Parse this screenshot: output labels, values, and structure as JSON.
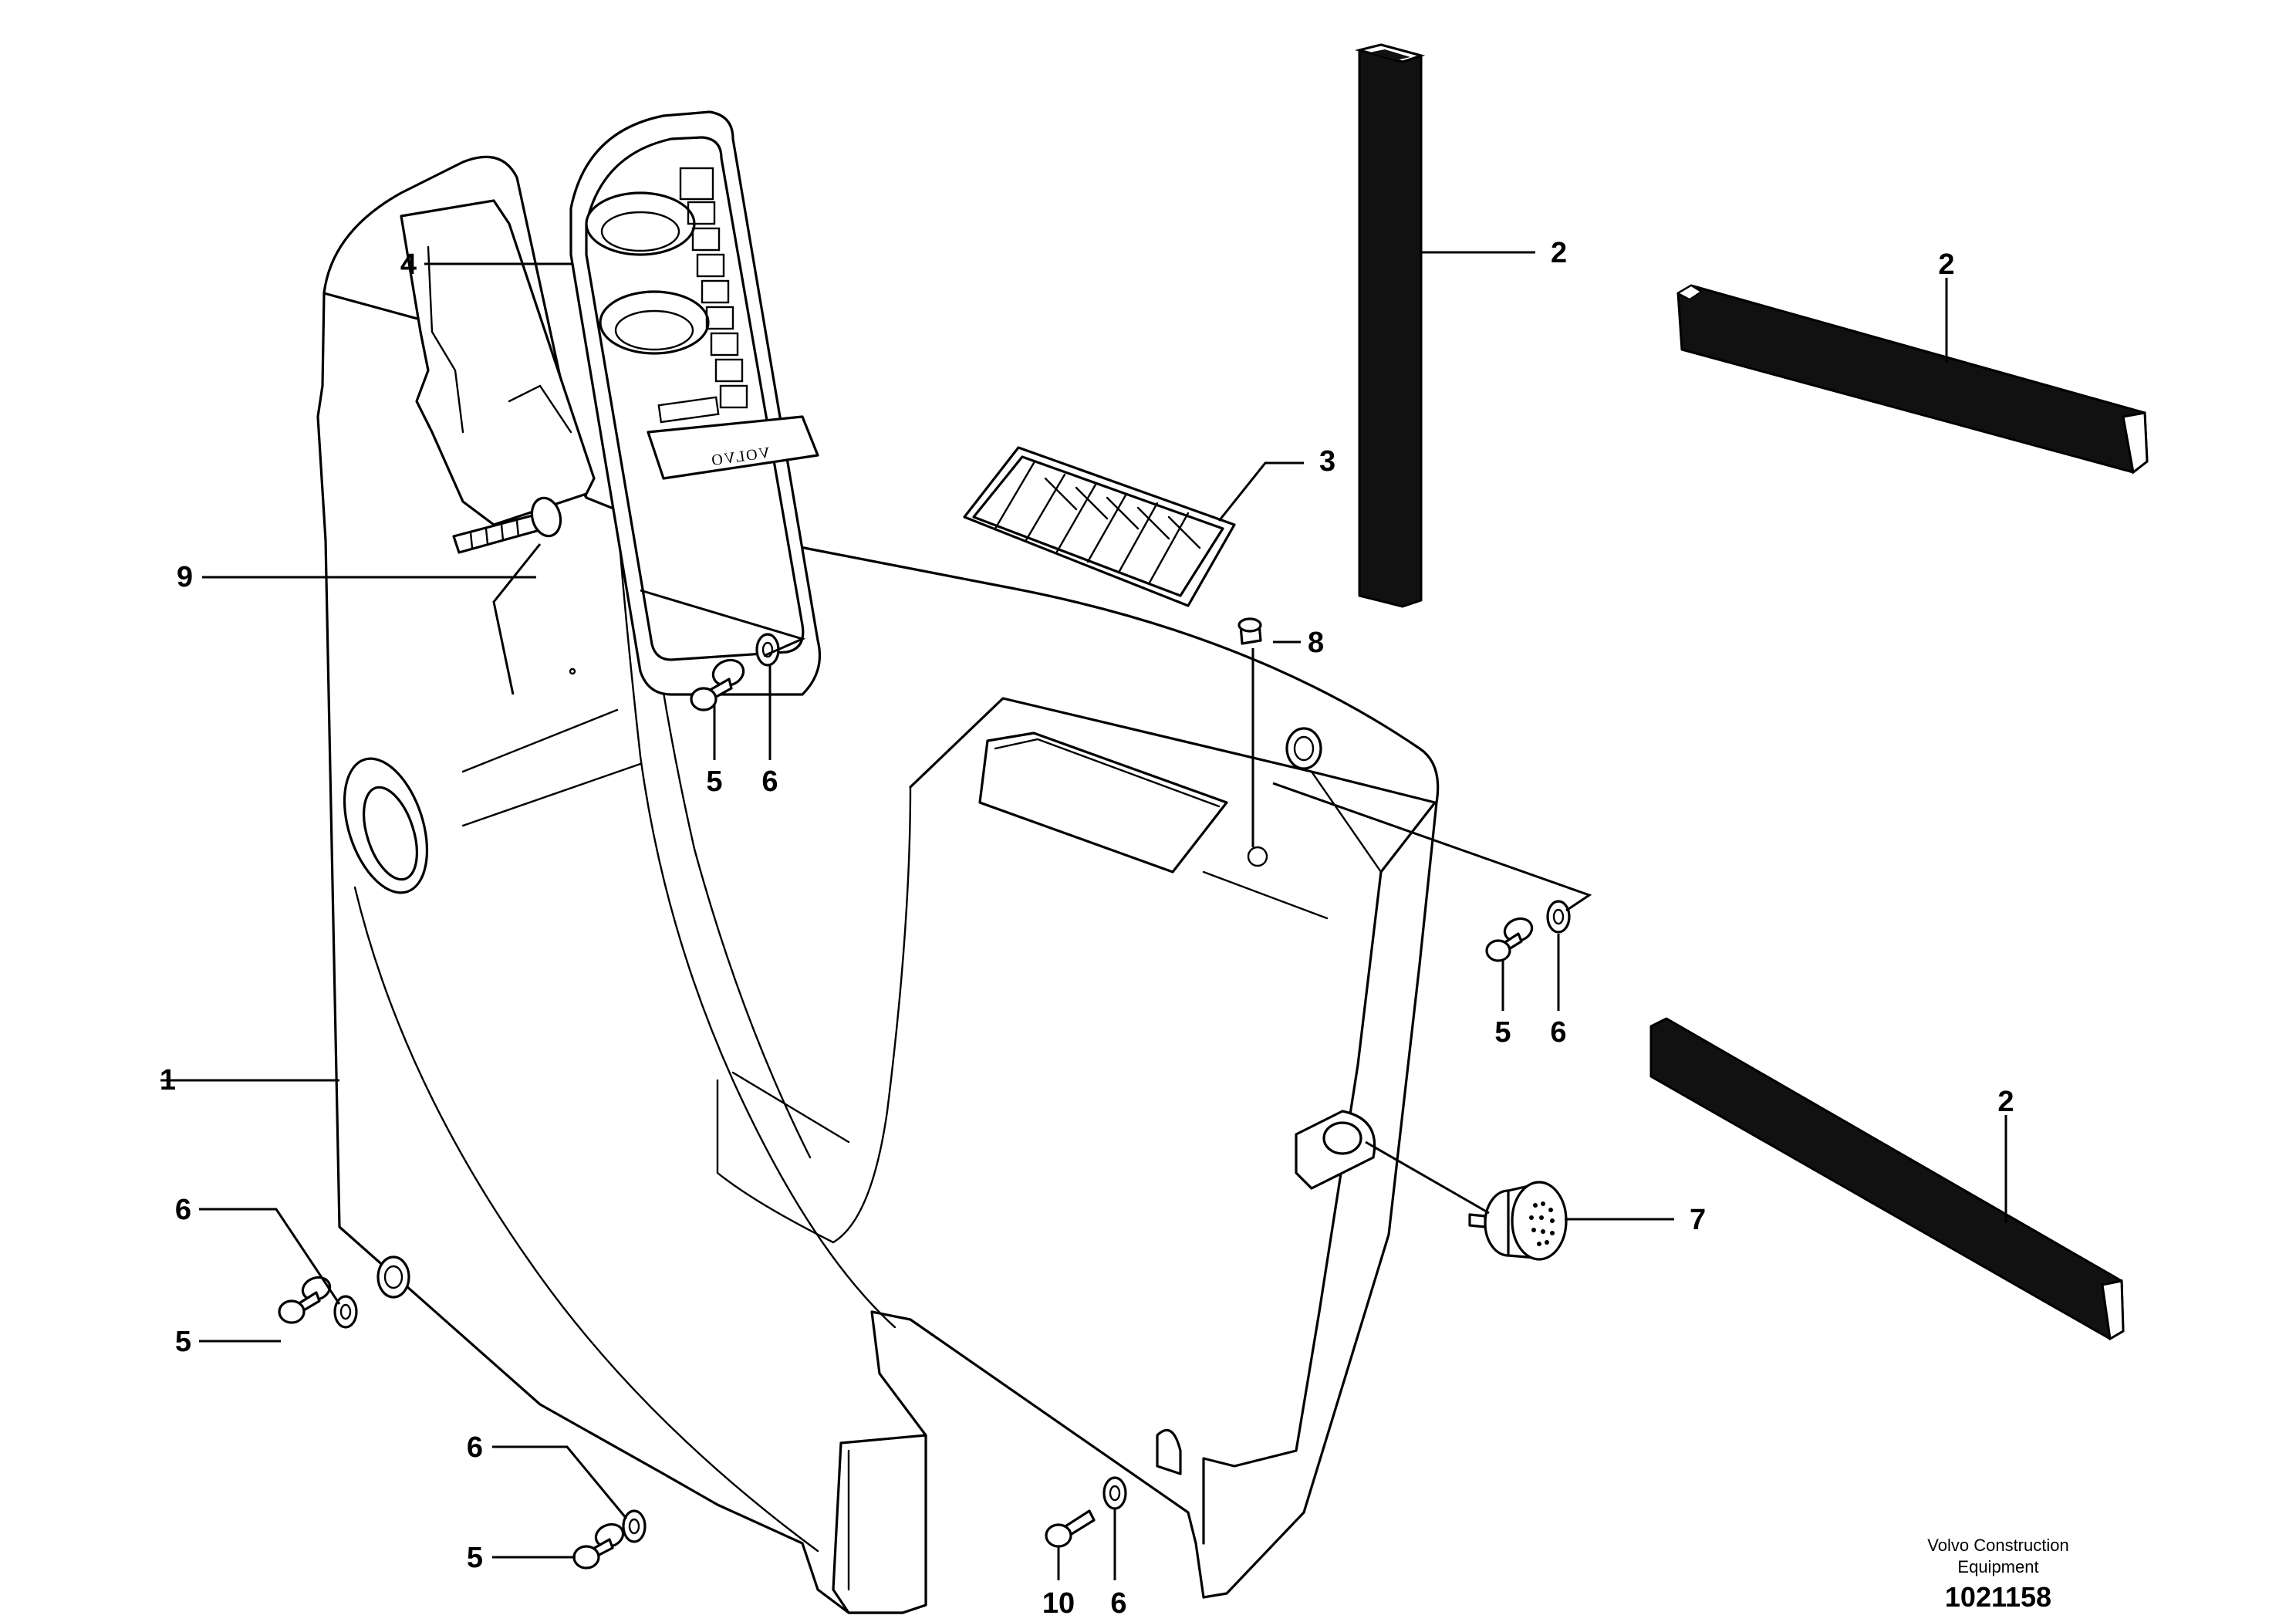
{
  "callouts": {
    "c1": "1",
    "c2a": "2",
    "c2b": "2",
    "c2c": "2",
    "c3": "3",
    "c4": "4",
    "c5a": "5",
    "c5b": "5",
    "c5c": "5",
    "c5d": "5",
    "c6a": "6",
    "c6b": "6",
    "c6c": "6",
    "c6d": "6",
    "c6e": "6",
    "c7": "7",
    "c8": "8",
    "c9": "9",
    "c10": "10"
  },
  "instrument_brand": "VOLVO",
  "footer": {
    "company_line1": "Volvo Construction",
    "company_line2": "Equipment",
    "drawing_number": "1021158"
  }
}
